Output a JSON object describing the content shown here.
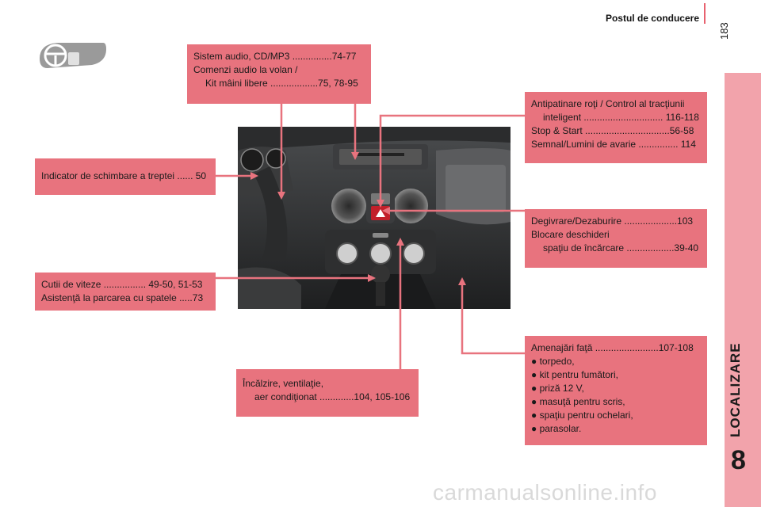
{
  "header": {
    "title": "Postul de conducere",
    "page_number": "183"
  },
  "side_tab": {
    "label": "LOCALIZARE",
    "chapter": "8"
  },
  "icon": {
    "name": "dashboard-steering-wheel-icon"
  },
  "boxes": {
    "audio": {
      "lines": [
        "Sistem audio, CD/MP3 ...............74-77",
        "Comenzi audio la volan /",
        "Kit mâini libere ..................75, 78-95"
      ]
    },
    "traction": {
      "lines": [
        "Antipatinare roţi / Control al tracţiunii",
        "inteligent .............................. 116-118",
        "Stop & Start ................................56-58",
        "Semnal/Lumini de avarie ............... 114"
      ]
    },
    "gear_indicator": {
      "lines": [
        "Indicator de schimbare a treptei ...... 50"
      ]
    },
    "demist": {
      "lines": [
        "Degivrare/Dezaburire ....................103",
        "Blocare deschideri",
        "spaţiu de încărcare ..................39-40"
      ]
    },
    "gearbox": {
      "lines": [
        "Cutii de viteze ................ 49-50, 51-53",
        "Asistenţă la parcarea cu spatele .....73"
      ]
    },
    "front_fittings": {
      "lines": [
        "Amenajări faţă ........................107-108",
        "● torpedo,",
        "● kit pentru fumători,",
        "● priză 12 V,",
        "● masuţă pentru scris,",
        "● spaţiu pentru ochelari,",
        "● parasolar."
      ]
    },
    "heating": {
      "lines": [
        "Încălzire, ventilaţie,",
        "aer condiţionat .............104, 105-106"
      ]
    }
  },
  "watermark": "carmanualsonline.info",
  "colors": {
    "accent": "#e8737e",
    "tab": "#f2a3ab",
    "rule": "#e8626f"
  }
}
